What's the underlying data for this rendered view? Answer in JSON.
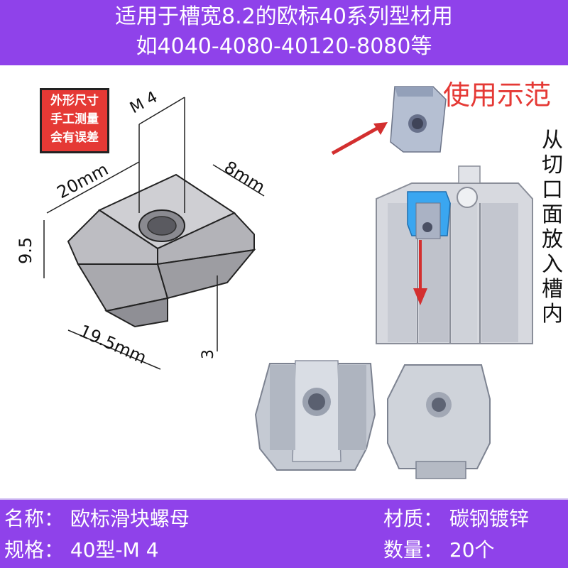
{
  "header": {
    "line1": "适用于槽宽8.2的欧标40系列型材用",
    "line2": "如4040-4080-40120-8080等"
  },
  "note": {
    "lines": [
      "外形尺寸",
      "手工测量",
      "会有误差"
    ]
  },
  "dimensions": {
    "thread": "M 4",
    "length": "20mm",
    "width": "8mm",
    "height": "9.5",
    "bottom_length": "19.5mm",
    "base": "3"
  },
  "usage": {
    "title": "使用示范",
    "vertical_text": [
      "从",
      "切",
      "口",
      "面",
      "放",
      "入",
      "槽",
      "内"
    ]
  },
  "footer": {
    "name": "名称：  欧标滑块螺母",
    "material": "材质：  碳钢镀锌",
    "spec": "规格：  40型-M 4",
    "quantity": "数量：  20个"
  },
  "colors": {
    "brand_purple": "#8f42ea",
    "accent_red": "#e53935",
    "profile_blue": "#3aa6f0"
  }
}
